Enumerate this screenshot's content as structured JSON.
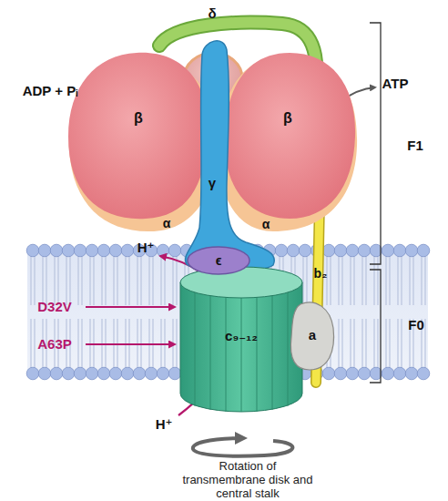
{
  "diagram": {
    "nodes": [
      {
        "text": [
          "δ"
        ]
      },
      {
        "text": [
          "β"
        ]
      },
      {
        "text": [
          "β"
        ]
      },
      {
        "text": [
          "β"
        ]
      },
      {
        "text": [
          "α"
        ]
      },
      {
        "text": [
          "α"
        ]
      },
      {
        "text": [
          "γ"
        ]
      },
      {
        "text": [
          "ϵ"
        ]
      },
      {
        "text": [
          "b₂"
        ]
      },
      {
        "text": [
          "c₉₋₁₂"
        ]
      },
      {
        "text": [
          "a"
        ]
      }
    ],
    "labels": [
      "ADP + Pᵢ",
      "ATP",
      "F1",
      "H⁺",
      "D32V",
      "A63P",
      "F0",
      "H⁺",
      "Rotation of transmembrane disk and central stalk"
    ]
  }
}
